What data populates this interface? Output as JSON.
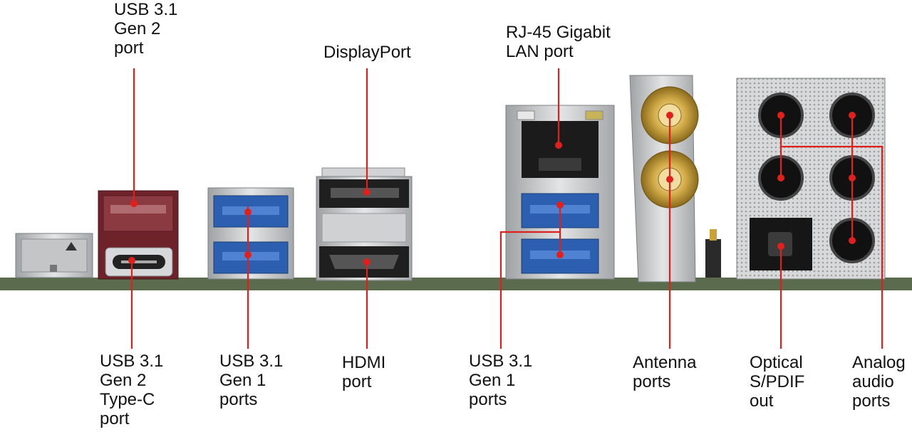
{
  "labels": {
    "usb31_gen2": "USB 3.1\nGen 2\nport",
    "displayport": "DisplayPort",
    "rj45": "RJ-45 Gigabit\nLAN port",
    "usb31_gen2_typec": "USB 3.1\nGen 2\nType-C\nport",
    "usb31_gen1_left": "USB 3.1\nGen 1\nports",
    "hdmi": "HDMI\nport",
    "usb31_gen1_right": "USB 3.1\nGen 1\nports",
    "antenna": "Antenna\nports",
    "optical": "Optical\nS/PDIF\nout",
    "analog": "Analog\naudio\nports"
  },
  "colors": {
    "pcb": "#5b6b4e",
    "callout": "#e0201c",
    "usb3_blue": "#2d5fb0",
    "usb_gen2_red": "#7a2a30",
    "metal": "#c9cbcc",
    "gold": "#c9a23a"
  }
}
